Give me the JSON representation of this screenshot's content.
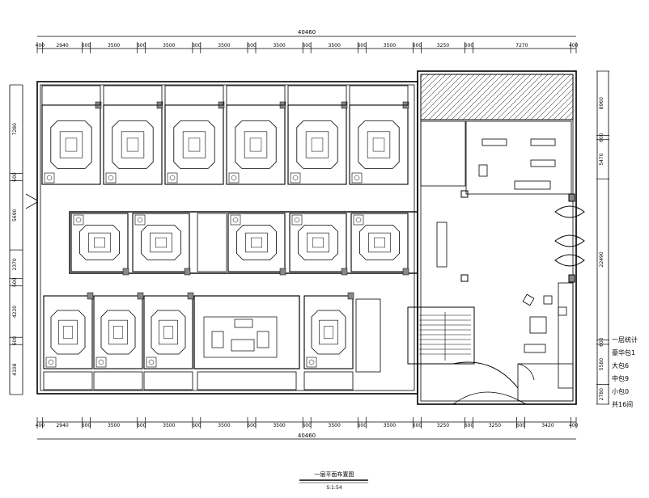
{
  "dims_top": {
    "total": "40460",
    "segments": [
      "400",
      "2940",
      "600",
      "3500",
      "600",
      "3500",
      "600",
      "3500",
      "600",
      "3500",
      "600",
      "3500",
      "600",
      "3500",
      "600",
      "3250",
      "600",
      "7270",
      "400"
    ]
  },
  "dims_bottom": {
    "total": "40460",
    "segments": [
      "400",
      "2940",
      "600",
      "3500",
      "600",
      "3500",
      "600",
      "3500",
      "600",
      "3500",
      "600",
      "3500",
      "600",
      "3500",
      "600",
      "3250",
      "600",
      "3250",
      "600",
      "3420",
      "400"
    ]
  },
  "dims_left": [
    "7280",
    "600",
    "5690",
    "2370",
    "600",
    "4220",
    "600",
    "4108"
  ],
  "dims_right": [
    "8960",
    "600",
    "5470",
    "22490",
    "600",
    "5580",
    "2780"
  ],
  "legend": [
    "一层统计",
    "豪华包1",
    "大包6",
    "中包9",
    "小包0",
    "共16间"
  ],
  "title": "一层平面布置图",
  "scale": "S:1:54"
}
